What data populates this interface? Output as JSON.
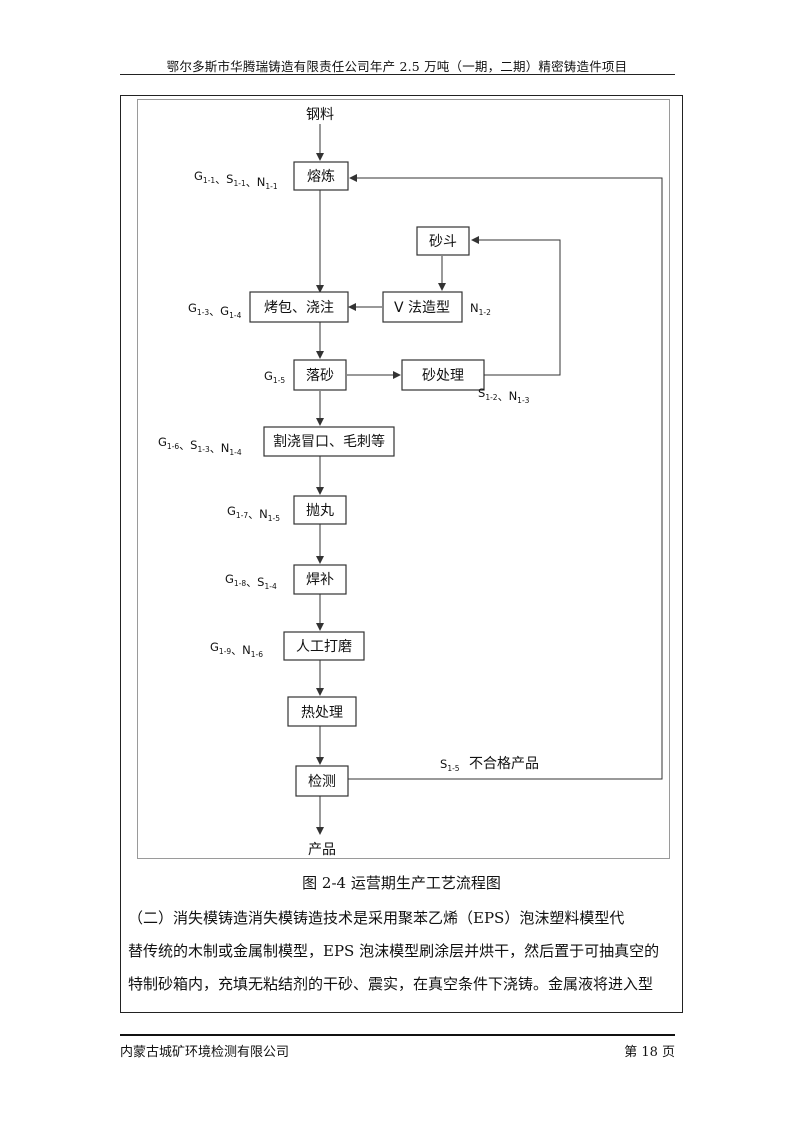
{
  "header": {
    "title": "鄂尔多斯市华腾瑞铸造有限责任公司年产 2.5 万吨（一期，二期）精密铸造件项目"
  },
  "figure": {
    "nodes": {
      "input": "钢料",
      "melt": "熔炼",
      "sand_hopper": "砂斗",
      "v_molding": "V 法造型",
      "bake_pour": "烤包、浇注",
      "shakeout": "落砂",
      "sand_treat": "砂处理",
      "cut_riser": "割浇冒口、毛刺等",
      "shot_blast": "抛丸",
      "weld_repair": "焊补",
      "grind": "人工打磨",
      "heat_treat": "热处理",
      "inspect": "检测",
      "product": "产品"
    },
    "labels": {
      "melt": [
        "G1-1",
        "S1-1",
        "N1-1"
      ],
      "v_molding": [
        "N1-2"
      ],
      "bake_pour": [
        "G1-3",
        "G1-4"
      ],
      "shakeout": [
        "G1-5"
      ],
      "sand_treat": [
        "S1-2",
        "N1-3"
      ],
      "cut_riser": [
        "G1-6",
        "S1-3",
        "N1-4"
      ],
      "shot_blast": [
        "G1-7",
        "N1-5"
      ],
      "weld_repair": [
        "G1-8",
        "S1-4"
      ],
      "grind": [
        "G1-9",
        "N1-6"
      ],
      "reject": [
        "S1-5"
      ],
      "reject_text": "不合格产品"
    },
    "caption": "图 2-4  运营期生产工艺流程图"
  },
  "body": {
    "paragraph_lines": [
      "（二）消失模铸造消失模铸造技术是采用聚苯乙烯（EPS）泡沫塑料模型代",
      "替传统的木制或金属制模型，EPS 泡沫模型刷涂层并烘干，然后置于可抽真空的",
      "特制砂箱内，充填无粘结剂的干砂、震实，在真空条件下浇铸。金属液将进入型"
    ]
  },
  "footer": {
    "company": "内蒙古城矿环境检测有限公司",
    "page": "第 18 页"
  }
}
